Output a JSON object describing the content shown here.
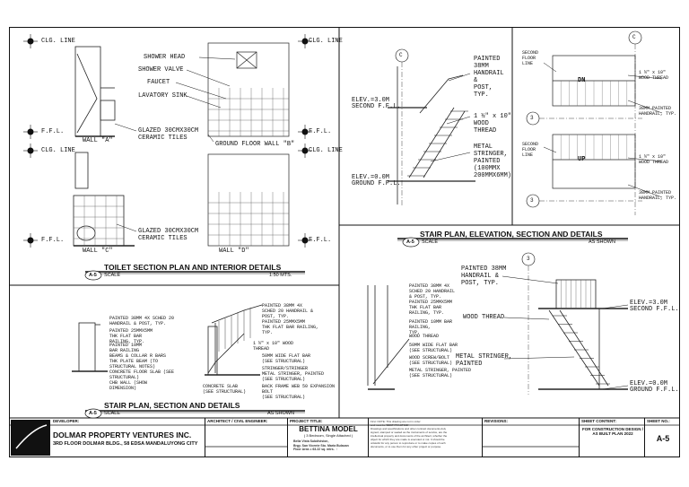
{
  "toilet": {
    "labels": {
      "clg1": "CLG. LINE",
      "clg2": "CLG. LINE",
      "clg3": "CLG. LINE",
      "clg4": "CLG. LINE",
      "ffl1": "F.F.L.",
      "ffl2": "F.F.L.",
      "ffl3": "F.F.L.",
      "ffl4": "F.F.L.",
      "shower_head": "SHOWER HEAD",
      "shower_valve": "SHOWER VALVE",
      "faucet": "FAUCET",
      "lavatory_sink": "LAVATORY SINK",
      "glazed1": "GLAZED 30CMX30CM\nCERAMIC TILES",
      "glazed2": "GLAZED 30CMX30CM\nCERAMIC TILES",
      "ground_floor_wall_b": "GROUND FLOOR WALL \"B\"",
      "wall_a": "WALL \"A\"",
      "wall_c": "WALL \"C\"",
      "wall_d": "WALL \"D\""
    },
    "title": "TOILET SECTION PLAN AND INTERIOR DETAILS",
    "tag": "A-5",
    "scale_label": "SCALE",
    "scale_value": "1:50 MTS."
  },
  "stair_left": {
    "title": "STAIR PLAN, SECTION AND DETAILS",
    "tag": "A-5",
    "scale_label": "SCALE",
    "scale_value": "AS SHOWN",
    "notes": [
      "PAINTED 38MM 4X SCHED 20\nHANDRAIL & POST, TYP.",
      "PAINTED 25MMX5MM\nTHK FLAT BAR\nRAILING, TYP.",
      "PAINTED 10MM\nBAR RAILING",
      "BEAMS & COLLAR R BARS\nTHK PLATE BEAM (TO\nSTRUCTURAL NOTES)",
      "CONCRETE FLOOR SLAB (SEE\nSTRUCTURAL)",
      "CHB WALL (SHOW\nDIMENSION)"
    ],
    "notes_right": [
      "PAINTED 38MM 4X\nSCHED 20 HANDRAIL &\nPOST, TYP.",
      "PAINTED 25MMX5MM\nTHK FLAT BAR RAILING,\nTYP.",
      "1 ½\" x 10\" WOOD\nTHREAD",
      "50MM WIDE FLAT BAR\n(SEE STRUCTURAL)",
      "STRINGER/STRINGER\nMETAL STRINGER, PAINTED\n(SEE STRUCTURAL)",
      "CONCRETE SLAB\n(SEE STRUCTURAL)",
      "BACK FRAME WEB 50 EXPANSION\nBOLT\n(SEE STRUCTURAL)"
    ]
  },
  "elevation": {
    "painted": "PAINTED\n38MM\nHANDRAIL\n&\nPOST,\nTYP.",
    "thread": "1 ½\" x 10\"\nWOOD\nTHREAD",
    "stringer": "METAL\nSTRINGER,\nPAINTED\n(100MMX\n200MMX6MM)",
    "elev3": "ELEV.=3.0M",
    "second_ffl": "SECOND F.F.L.",
    "elev0": "ELEV.=0.0M",
    "ground_ffl": "GROUND F.F.L.",
    "grid_c": "C"
  },
  "plans": {
    "second_floor_line": "SECOND\nFLOOR\nLINE",
    "thread1": "1 ½\" x 10\"\nWOOD THREAD",
    "handrail1": "38MM PAINTED\nHANDRAIL, TYP.",
    "thread2": "1 ½\" x 10\"\nWOOD THREAD",
    "handrail2": "38MM PAINTED\nHANDRAIL, TYP.",
    "second_floor_line2": "SECOND\nFLOOR\nLINE",
    "dn": "DN",
    "up": "UP",
    "grid_c": "C",
    "grid_3a": "3",
    "grid_3b": "3"
  },
  "stair_right": {
    "title": "STAIR PLAN, ELEVATION, SECTION AND DETAILS",
    "tag": "A-5",
    "scale_label": "SCALE",
    "scale_value": "AS SHOWN",
    "notes": [
      "PAINTED 38MM 4X\nSCHED 20 HANDRAIL\n& POST, TYP.",
      "PAINTED 25MMX5MM\nTHK FLAT BAR\nRAILING, TYP.",
      "PAINTED 10MM BAR\nRAILING,\nTYP.",
      "WOOD THREAD",
      "50MM WIDE FLAT BAR\n(SEE STRUCTURAL)",
      "WOOD SCREW/BOLT\n(SEE STRUCTURAL)",
      "METAL STRINGER, PAINTED\n(SEE STRUCTURAL)"
    ],
    "painted": "PAINTED 38MM\nHANDRAIL &\nPOST, TYP.",
    "wood_thread": "WOOD THREAD",
    "metal_stringer": "METAL STRINGER,\nPAINTED",
    "elev3": "ELEV.=3.0M",
    "second_ffl": "SECOND F.F.L.",
    "elev0": "ELEV.=0.0M",
    "ground_ffl": "GROUND F.F.L.",
    "grid_3": "3"
  },
  "titleblock": {
    "developer_h": "DEVELOPER:",
    "company": "DOLMAR PROPERTY VENTURES INC.",
    "address": "3RD FLOOR DOLMAR BLDG., 58 EDSA MANDALUYONG CITY",
    "architect_h": "ARCHITECT / CIVIL ENGINEER:",
    "project_h": "PROJECT TITLE:",
    "project": "BETTINA MODEL",
    "project_sub": "( 3 Bedroom, Single Attached )",
    "project_loc": "Bella Vista Subdivision,\nBrgy. San Vicente Sto. Maria Bulacan\nFloor Area = 63.22 sq. mtrs.  ↑",
    "notes_text": "First: NOTE: This drawing are not in order\nand must be 'BEST PRACTICE'\nDrawings and specifications and other contract documents duly\nsigned, stamped or sealed as the instruments of service, are the\nintellectual property and documents of the architect, whether the\nobject for which they are made is executed or not. It should be\nunlawful for any person to reproduce or to make copies of such\ndocuments, or to use them for any other project or purpose.",
    "revisions_h": "REVISIONS:",
    "sheet_content_h": "SHEET CONTENT:",
    "sheet_content": "FOR CONSTRUCTION DESIGN /\nAS BUILT PLAN 2022",
    "sheet_no_h": "SHEET NO.:",
    "sheet_no": "A-5"
  }
}
